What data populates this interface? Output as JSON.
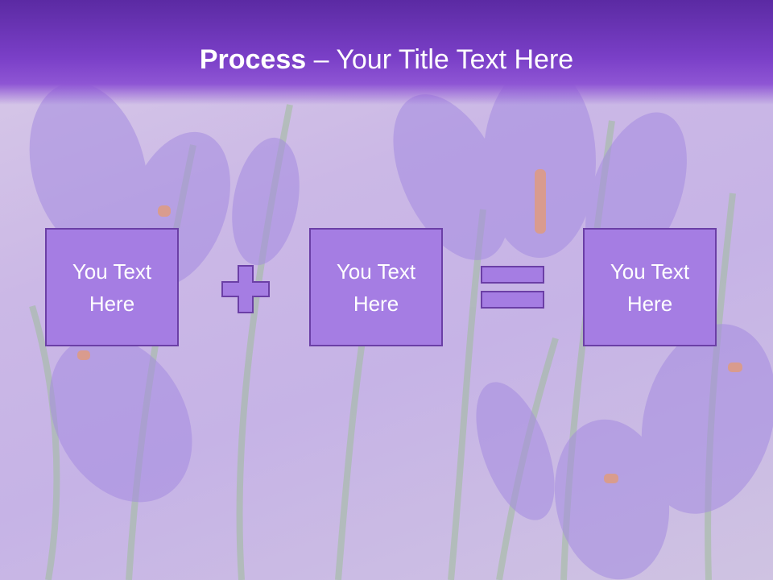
{
  "title": {
    "bold": "Process",
    "rest": " – Your Title Text Here"
  },
  "boxes": [
    {
      "text": "You Text Here"
    },
    {
      "text": "You Text Here"
    },
    {
      "text": "You Text Here"
    }
  ],
  "operators": {
    "first": "plus-icon",
    "second": "equals-icon"
  },
  "colors": {
    "title_bar": "#7a3fc7",
    "box_fill": "#a57de3",
    "box_border": "#6b3fa6",
    "text": "#ffffff"
  }
}
